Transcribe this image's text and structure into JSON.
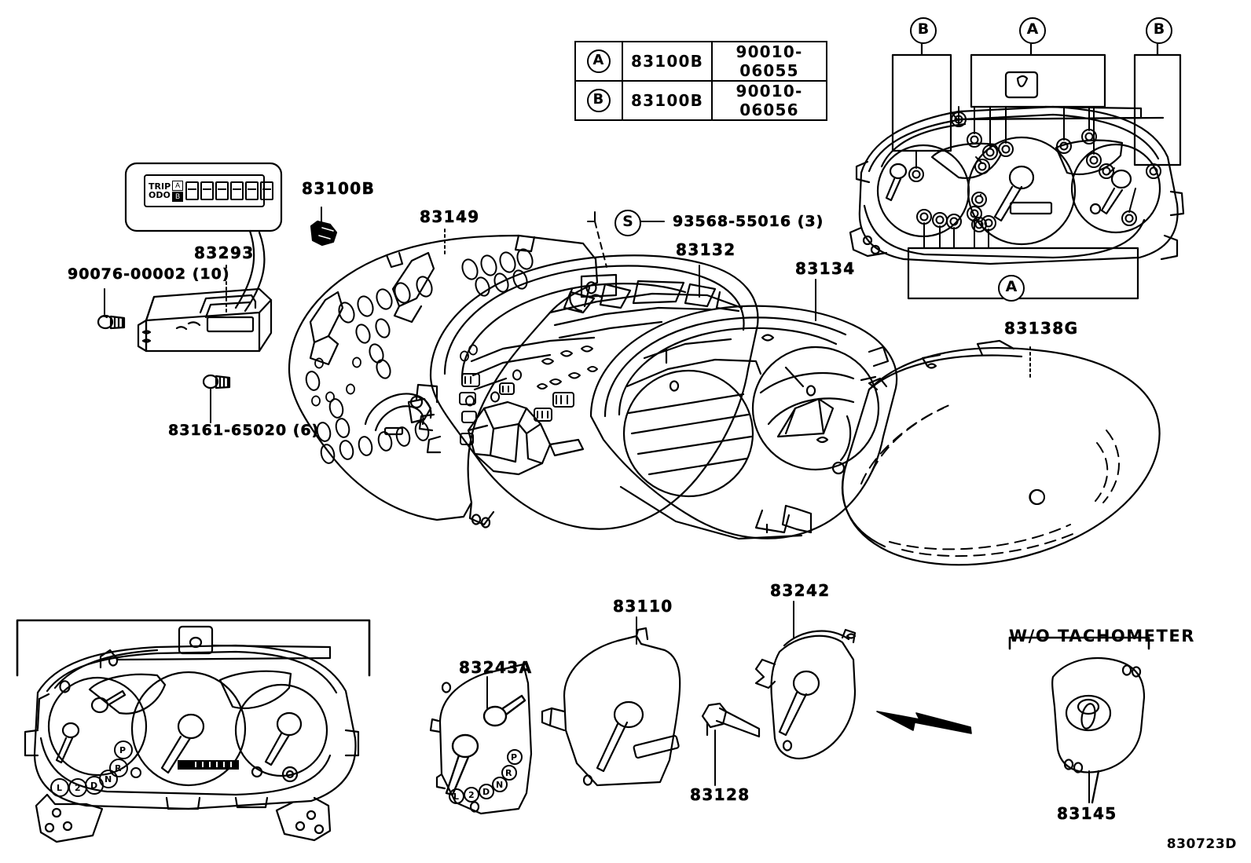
{
  "diagram": {
    "code": "830723D",
    "section_note": "W/O TACHOMETER"
  },
  "legend": {
    "rows": [
      {
        "ref": "A",
        "part": "83100B",
        "number": "90010-06055"
      },
      {
        "ref": "B",
        "part": "83100B",
        "number": "90010-06056"
      }
    ]
  },
  "ref_markers": {
    "top_left_b": "B",
    "top_center_a": "A",
    "top_right_b": "B",
    "bottom_center_a": "A",
    "screw_s": "S"
  },
  "labels": {
    "clip_83100b": "83100B",
    "meter_83293": "83293",
    "screw_90076": "90076-00002 (10)",
    "screw_83161": "83161-65020 (6)",
    "plate_83149": "83149",
    "screw_93568": "93568-55016 (3)",
    "housing_83132": "83132",
    "ring_83134": "83134",
    "lens_83138g": "83138G",
    "plate_83243a": "83243A",
    "gauge_83110": "83110",
    "needle_83128": "83128",
    "gauge_83242": "83242",
    "emblem_83145": "83145"
  },
  "lcd_display": {
    "trip_label": "TRIP",
    "odo_label": "ODO",
    "selector_a": "A",
    "selector_b": "B",
    "digit_count": 6
  },
  "gear_indicator": {
    "positions": [
      "P",
      "R",
      "N",
      "D",
      "2",
      "L"
    ]
  },
  "colors": {
    "line": "#000000",
    "background": "#ffffff"
  }
}
